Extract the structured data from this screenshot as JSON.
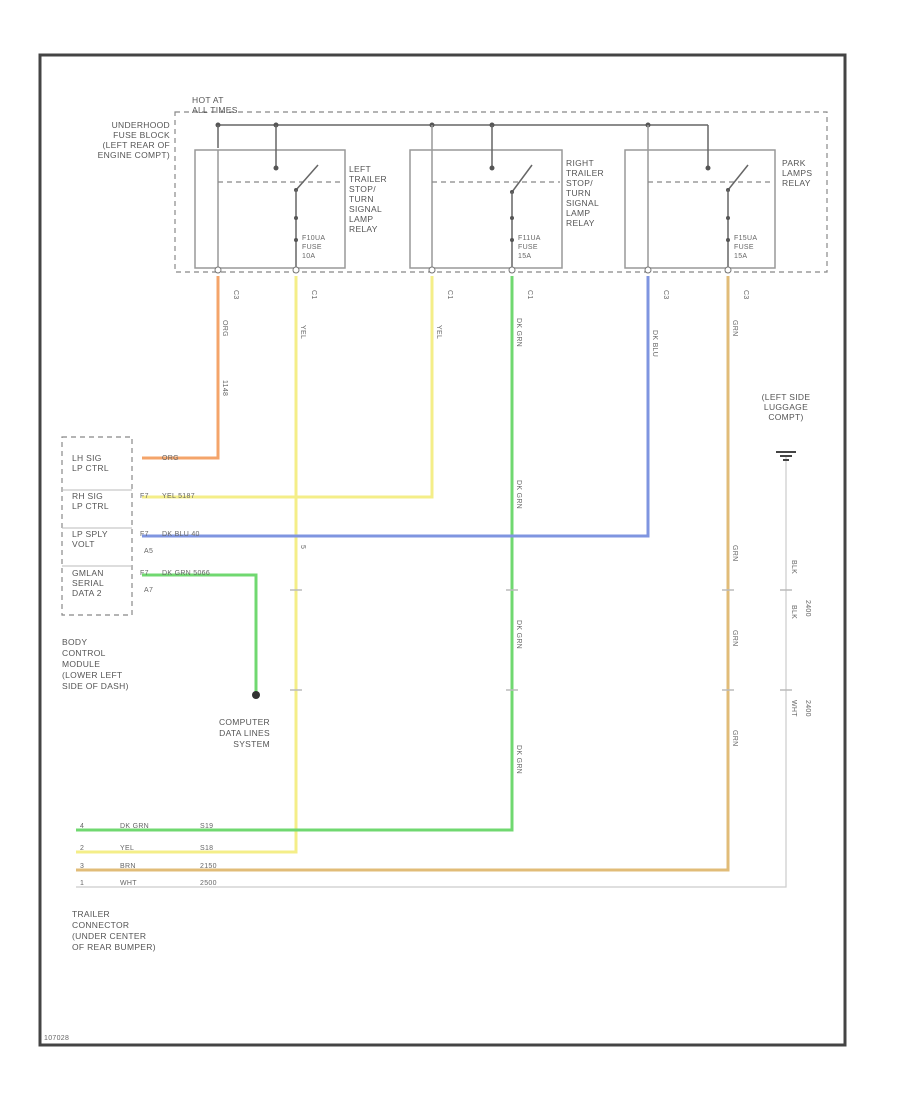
{
  "fuse_block": {
    "label": [
      "UNDERHOOD",
      "FUSE BLOCK",
      "(LEFT REAR OF",
      "ENGINE COMPT)"
    ],
    "hot_at": [
      "HOT AT",
      "ALL TIMES"
    ]
  },
  "relays": [
    {
      "name": [
        "LEFT",
        "TRAILER",
        "STOP/",
        "TURN",
        "SIGNAL",
        "LAMP",
        "RELAY"
      ],
      "fuse": [
        "F10UA",
        "FUSE",
        "10A"
      ]
    },
    {
      "name": [
        "RIGHT",
        "TRAILER",
        "STOP/",
        "TURN",
        "SIGNAL",
        "LAMP",
        "RELAY"
      ],
      "fuse": [
        "F11UA",
        "FUSE",
        "15A"
      ]
    },
    {
      "name": [
        "PARK",
        "LAMPS",
        "RELAY"
      ],
      "fuse": [
        "F15UA",
        "FUSE",
        "15A"
      ]
    }
  ],
  "terminal_labels": [
    "C3",
    "C1",
    "C1",
    "C1",
    "C3",
    "C3"
  ],
  "vertical_wire_labels": {
    "orange": [
      "ORG",
      "1148"
    ],
    "yellow_left": [
      "YEL",
      "5"
    ],
    "yellow_right": [
      "YEL"
    ],
    "green": [
      "DK GRN",
      "DK GRN",
      "DK GRN",
      "DK GRN"
    ],
    "blue": [
      "DK BLU"
    ],
    "tan": [
      "GRN",
      "GRN",
      "GRN",
      "GRN"
    ]
  },
  "bcm": {
    "pins": [
      {
        "label": [
          "LH SIG",
          "LP CTRL"
        ],
        "num": "",
        "wire": "ORG"
      },
      {
        "label": [
          "RH SIG",
          "LP CTRL"
        ],
        "num": "",
        "wire": "YEL  5187",
        "prefix": "F7"
      },
      {
        "label": [
          "LP SPLY",
          "VOLT"
        ],
        "num": "A5",
        "wire": "DK BLU  40",
        "prefix": "F7"
      },
      {
        "label": [
          "GMLAN",
          "SERIAL",
          "DATA 2"
        ],
        "num": "A7",
        "wire": "DK GRN  5066",
        "prefix": "F7"
      }
    ],
    "caption": [
      "BODY",
      "CONTROL",
      "MODULE",
      "(LOWER LEFT",
      "SIDE OF DASH)"
    ]
  },
  "computer_data": [
    "COMPUTER",
    "DATA LINES",
    "SYSTEM"
  ],
  "ground": {
    "label": [
      "(LEFT SIDE",
      "LUGGAGE",
      "COMPT)"
    ],
    "wire": [
      "BLK",
      "BLK",
      "WHT"
    ],
    "circuits": [
      "2400",
      "2400"
    ]
  },
  "trailer": {
    "rows": [
      {
        "pin": "4",
        "color": "DK GRN",
        "circuit": "S19"
      },
      {
        "pin": "2",
        "color": "YEL",
        "circuit": "S18"
      },
      {
        "pin": "3",
        "color": "BRN",
        "circuit": "2150"
      },
      {
        "pin": "1",
        "color": "WHT",
        "circuit": "2500"
      }
    ],
    "caption": [
      "TRAILER",
      "CONNECTOR",
      "(UNDER CENTER",
      "OF REAR BUMPER)"
    ]
  },
  "diagram_id": "107028"
}
